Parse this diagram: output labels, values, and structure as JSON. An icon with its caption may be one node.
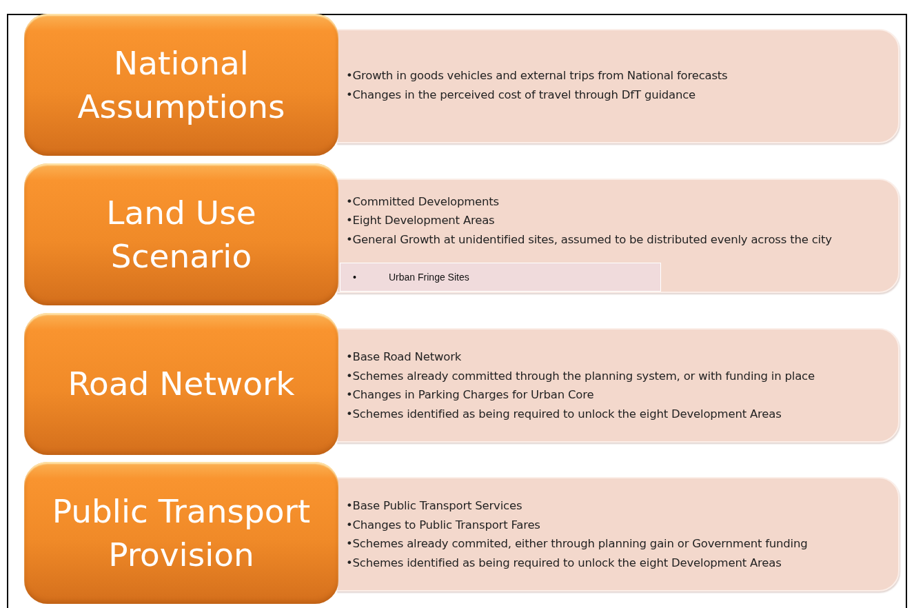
{
  "diagram": {
    "nodes": [
      {
        "text": [
          "National Assumptions"
        ]
      },
      {
        "text": [
          "•Growth in goods vehicles and external trips from National forecasts",
          "•Changes in the perceived cost of travel through DfT guidance"
        ]
      },
      {
        "text": [
          "Land Use Scenario"
        ]
      },
      {
        "text": [
          "•Committed Developments",
          "•Eight Development Areas",
          "•General Growth at unidentified sites, assumed to be distributed evenly across the city"
        ]
      },
      {
        "text": [
          "•",
          "Urban Fringe Sites"
        ],
        "in": 3
      },
      {
        "text": [
          "Road Network"
        ]
      },
      {
        "text": [
          "•Base Road Network",
          "•Schemes already committed through the planning system, or with funding in place",
          "•Changes in Parking Charges for Urban Core",
          "•Schemes identified as being required to unlock the eight Development Areas"
        ]
      },
      {
        "text": [
          "Public Transport Provision"
        ]
      },
      {
        "text": [
          "•Base Public Transport Services",
          "•Changes to Public Transport Fares",
          "•Schemes already commited, either through planning gain or Government funding",
          "•Schemes identified as being required to unlock the eight Development Areas"
        ]
      }
    ]
  }
}
